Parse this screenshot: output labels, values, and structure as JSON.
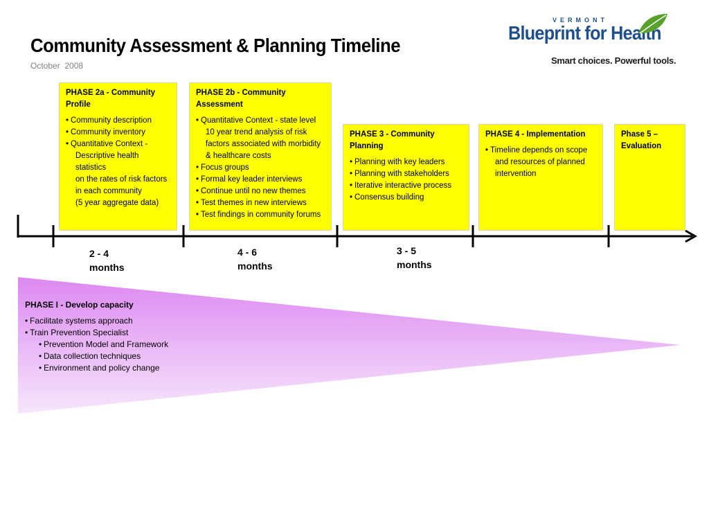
{
  "header": {
    "title": "Community Assessment & Planning Timeline",
    "subtitle": "October  2008"
  },
  "logo": {
    "state": "VERMONT",
    "name": "Blueprint for Health",
    "tagline": "Smart choices. Powerful tools.",
    "color": "#1f4e8c",
    "leaf_color": "#5aa02c"
  },
  "phases": {
    "p2a": {
      "title": "PHASE 2a  - Community Profile",
      "items": [
        "Community description",
        "Community inventory",
        "Quantitative Context -"
      ],
      "cont": [
        "Descriptive health statistics",
        "on the rates of risk factors",
        "in each community",
        "(5 year aggregate data)"
      ]
    },
    "p2b": {
      "title": "PHASE 2b - Community Assessment",
      "item1": "Quantitative Context - state level",
      "item1_cont": [
        "10 year trend analysis of risk",
        "factors associated with morbidity",
        "& healthcare costs"
      ],
      "items": [
        "Focus groups",
        "Formal key leader interviews",
        "Continue until no new themes",
        "Test themes in new interviews",
        "Test findings in community forums"
      ]
    },
    "p3": {
      "title": "PHASE 3 - Community Planning",
      "items": [
        "Planning with key leaders",
        "Planning with stakeholders",
        "Iterative interactive process",
        "Consensus building"
      ]
    },
    "p4": {
      "title": "PHASE 4 - Implementation",
      "item1": "Timeline depends on scope",
      "item1_cont": [
        "and resources of planned",
        "intervention"
      ]
    },
    "p5": {
      "title": "Phase 5 – Evaluation"
    }
  },
  "durations": {
    "d1": [
      "2 - 4",
      "months"
    ],
    "d2": [
      "4 - 6",
      "months"
    ],
    "d3": [
      "3 - 5",
      "months"
    ]
  },
  "capacity": {
    "title": "PHASE I - Develop capacity",
    "items": [
      "Facilitate systems approach",
      "Train Prevention Specialist"
    ],
    "subitems": [
      "Prevention Model and Framework",
      "Data collection techniques",
      "Environment and policy change"
    ]
  },
  "colors": {
    "phase_fill": "#ffff00",
    "wedge_start": "#dd88f2",
    "wedge_end": "#f6e6fb"
  }
}
